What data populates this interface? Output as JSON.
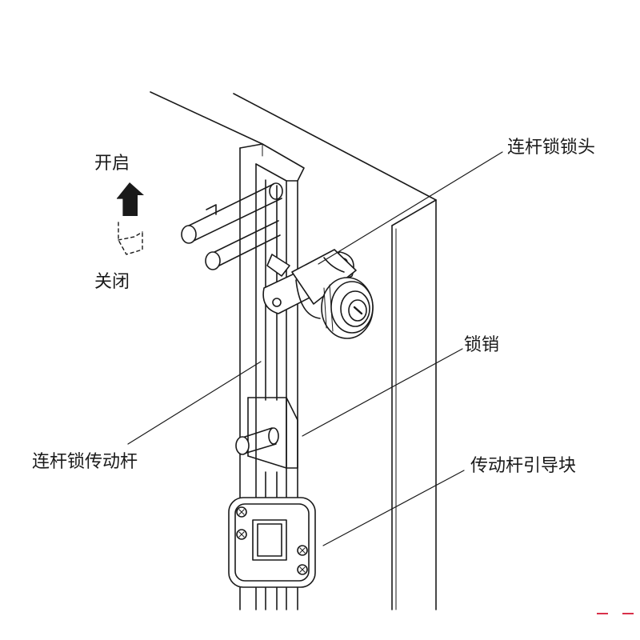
{
  "labels": {
    "open": "开启",
    "close": "关闭",
    "lock_head": "连杆锁锁头",
    "lock_pin": "锁销",
    "drive_rod": "连杆锁传动杆",
    "guide_block": "传动杆引导块"
  },
  "colors": {
    "line": "#1a1a1a",
    "arrow_fill": "#1a1a1a",
    "corner_mark": "#d9304a"
  }
}
